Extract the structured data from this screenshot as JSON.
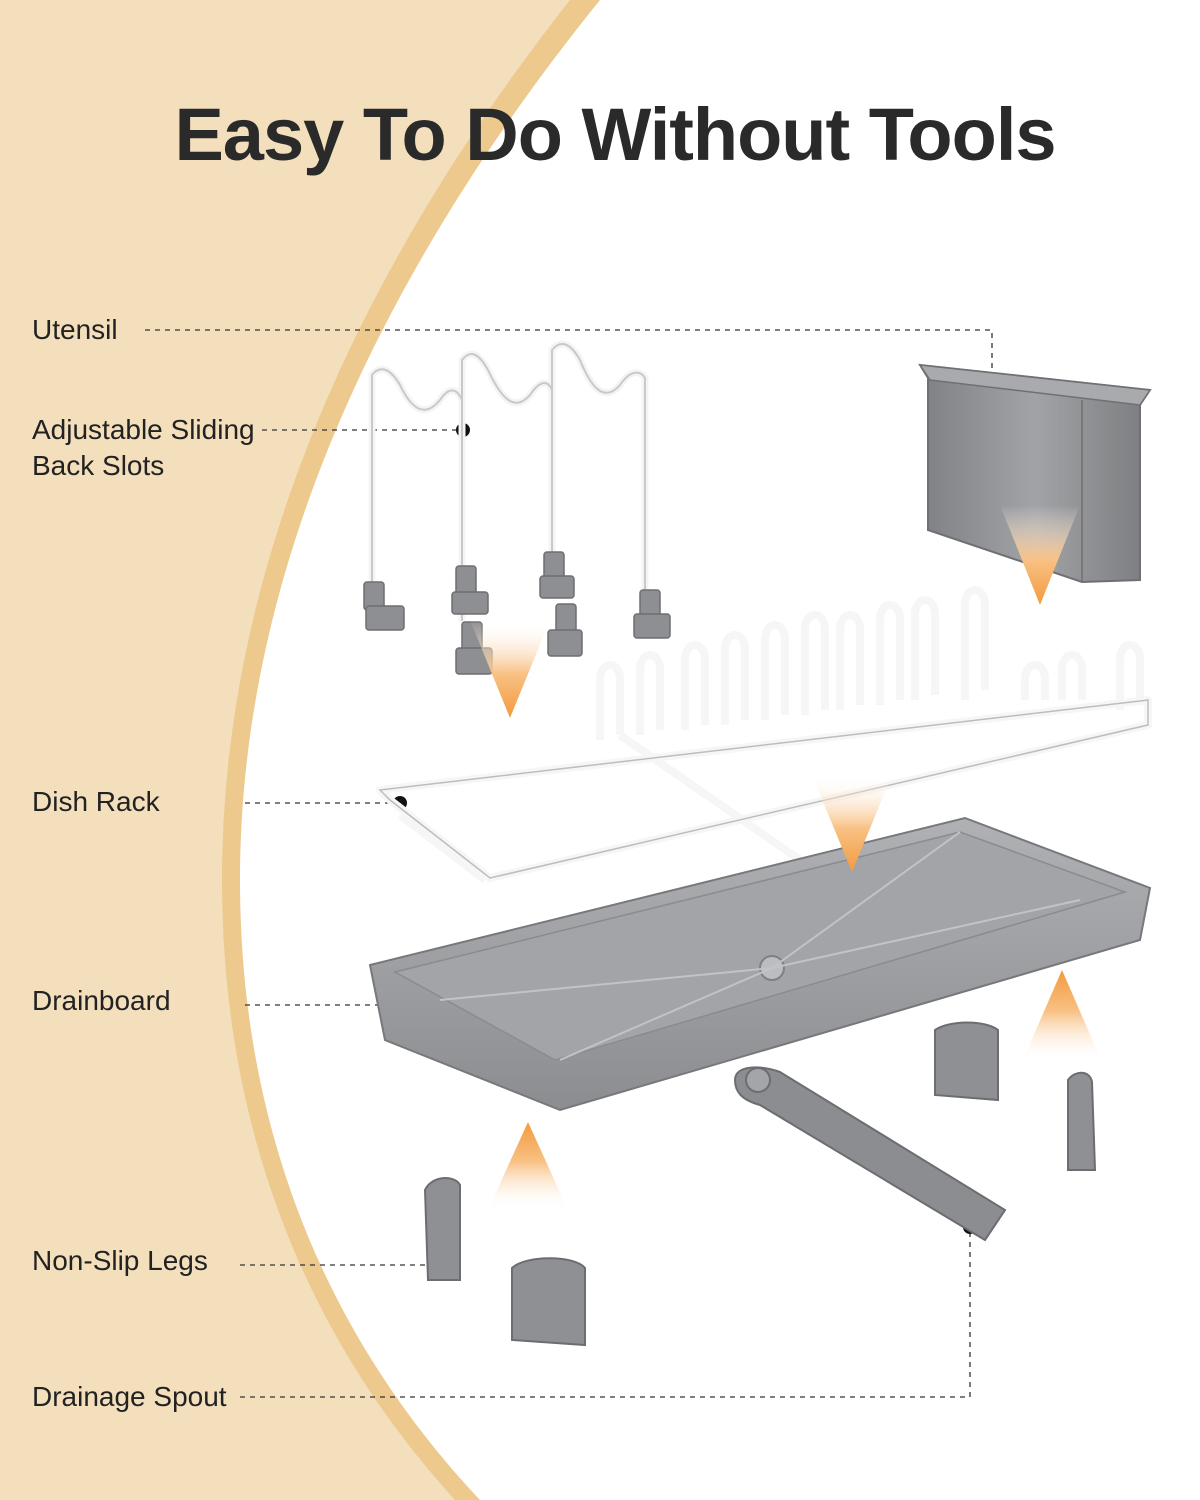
{
  "title": "Easy To Do Without Tools",
  "labels": {
    "utensil": "Utensil",
    "sliding_slots_line1": "Adjustable Sliding",
    "sliding_slots_line2": "Back Slots",
    "dish_rack": "Dish Rack",
    "drainboard": "Drainboard",
    "non_slip_legs": "Non-Slip Legs",
    "drainage_spout": "Drainage Spout"
  },
  "colors": {
    "background_left": "#f4dfbd",
    "arc_band": "#edc98e",
    "part_gray": "#8a8b8d",
    "rack_white": "#f5f5f5",
    "arrow_orange": "#f5a14a",
    "text": "#222222"
  }
}
